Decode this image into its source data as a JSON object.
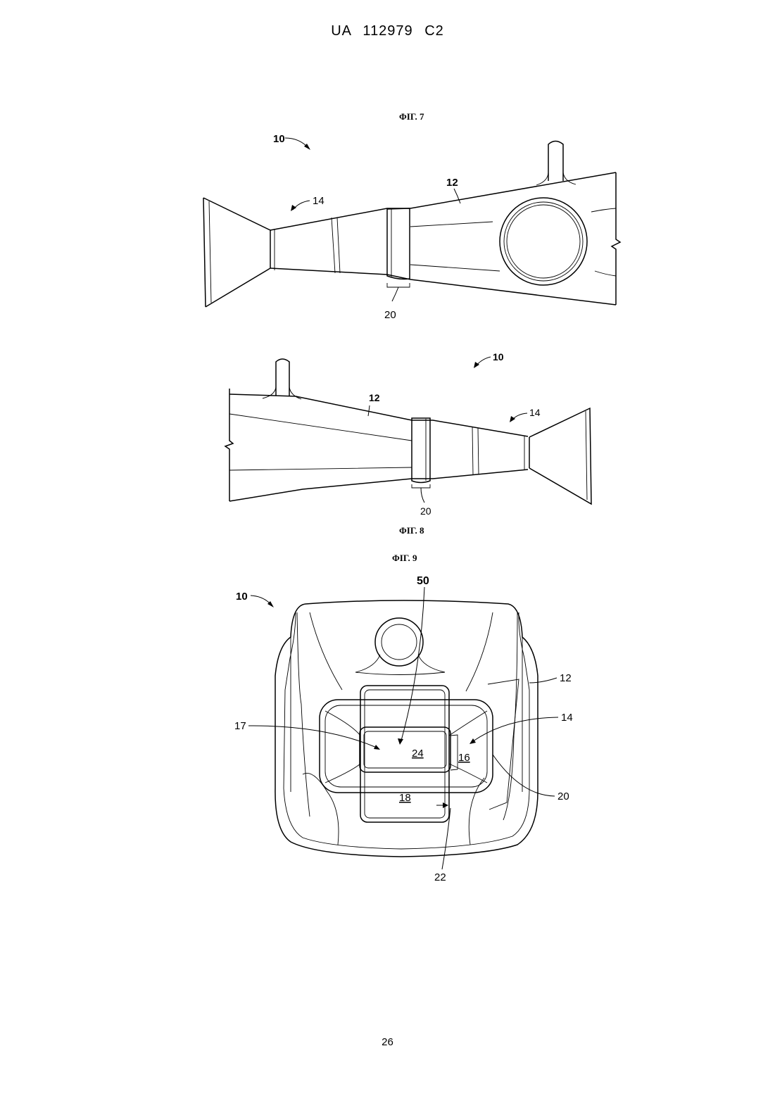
{
  "header": {
    "text": "UA   112979   C2"
  },
  "figures": [
    {
      "caption": "ΦΙΓ. 7",
      "labels": {
        "ref_10": "10",
        "ref_12": "12",
        "ref_14": "14",
        "ref_20": "20"
      }
    },
    {
      "caption": "ΦΙΓ. 8",
      "labels": {
        "ref_10": "10",
        "ref_12": "12",
        "ref_14": "14",
        "ref_20": "20"
      }
    },
    {
      "caption": "ΦΙΓ. 9",
      "labels": {
        "ref_10": "10",
        "ref_50": "50",
        "ref_12": "12",
        "ref_14": "14",
        "ref_17": "17",
        "ref_24": "24",
        "ref_16": "16",
        "ref_20": "20",
        "ref_18": "18",
        "ref_22": "22"
      }
    }
  ],
  "page_number": "26"
}
